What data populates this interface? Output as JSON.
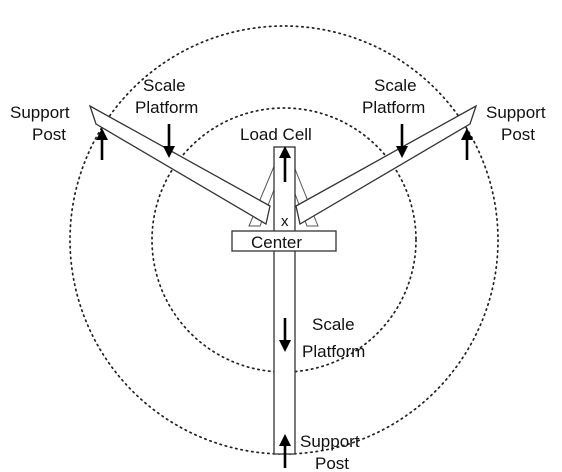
{
  "colors": {
    "stroke": "#333333",
    "arrow": "#000000",
    "background": "#ffffff"
  },
  "labels": {
    "support_post_left": [
      "Support",
      "Post"
    ],
    "support_post_right": [
      "Support",
      "Post"
    ],
    "support_post_bottom": [
      "Support",
      "Post"
    ],
    "scale_platform_left": [
      "Scale",
      "Platform"
    ],
    "scale_platform_right": [
      "Scale",
      "Platform"
    ],
    "scale_platform_bottom": [
      "Scale",
      "Platform"
    ],
    "load_cell": "Load Cell",
    "center": "Center",
    "center_mark": "x"
  }
}
